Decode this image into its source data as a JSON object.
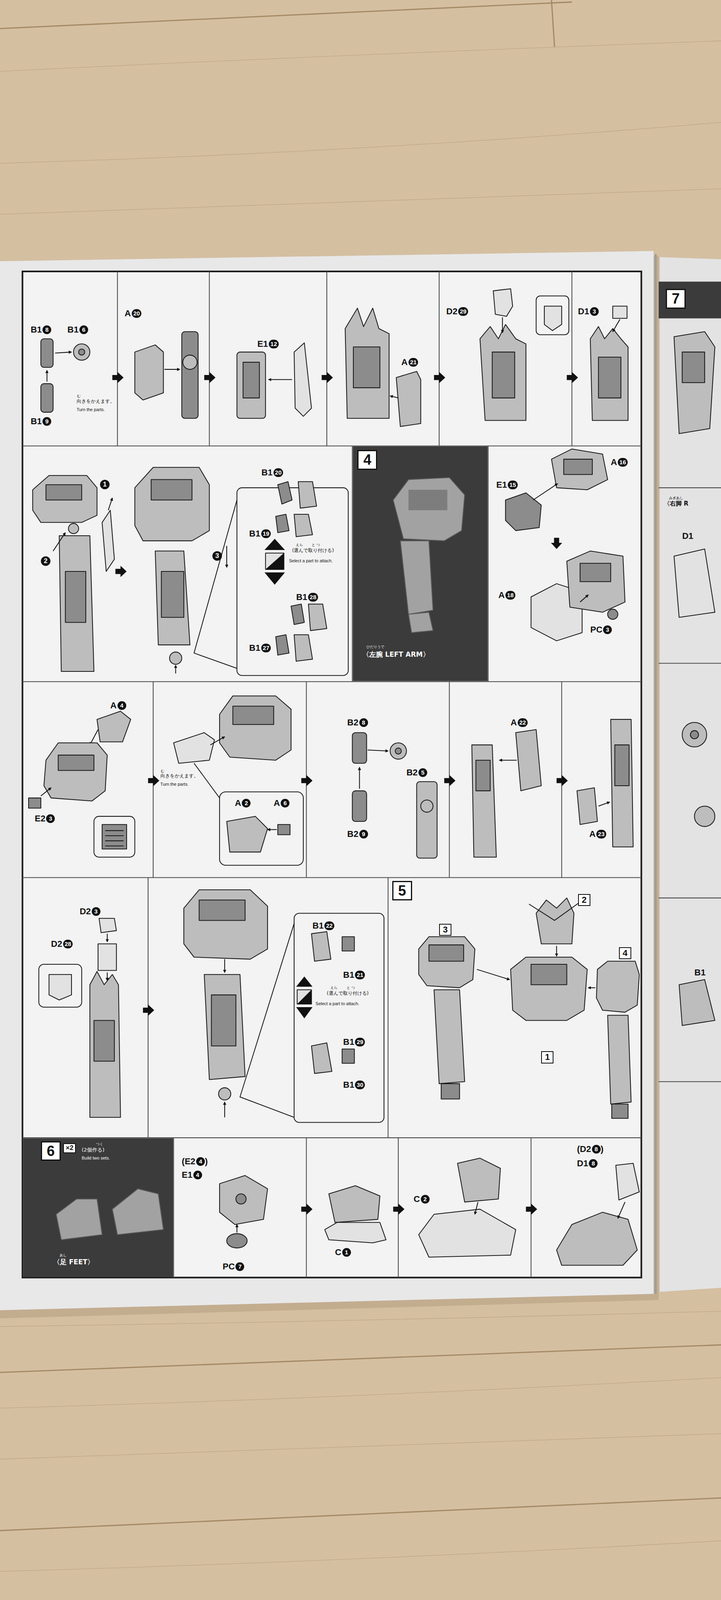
{
  "diagram": {
    "nodes": [
      {
        "text": [
          "4"
        ]
      },
      {
        "text": [
          "5"
        ]
      },
      {
        "text": [
          "2"
        ]
      },
      {
        "text": [
          "3"
        ]
      },
      {
        "text": [
          "1"
        ]
      },
      {
        "text": [
          "4"
        ]
      },
      {
        "text": [
          "6"
        ]
      },
      {
        "text": [
          "×2"
        ]
      },
      {
        "text": [
          "7"
        ]
      }
    ],
    "labels": [
      "B1",
      "8",
      "B1",
      "6",
      "B1",
      "9",
      "む",
      "向きをかえます。",
      "Turn the parts.",
      "A",
      "20",
      "E1",
      "12",
      "A",
      "21",
      "D2",
      "29",
      "D1",
      "3",
      "2",
      "1",
      "3",
      "B1",
      "20",
      "B1",
      "19",
      "えら",
      "と",
      "つ",
      "(選んで取り付ける)",
      "Select a part to attach.",
      "B1",
      "28",
      "B1",
      "27",
      "ひだりうで",
      "〈左腕 LEFT ARM〉",
      "E1",
      "15",
      "A",
      "16",
      "A",
      "18",
      "PC",
      "3",
      "A",
      "4",
      "E2",
      "3",
      "む",
      "向きをかえます。",
      "Turn the parts.",
      "A",
      "2",
      "A",
      "6",
      "B2",
      "8",
      "B2",
      "5",
      "B2",
      "9",
      "A",
      "22",
      "A",
      "23",
      "D2",
      "3",
      "D2",
      "28",
      "B1",
      "22",
      "B1",
      "21",
      "えら",
      "と",
      "つ",
      "(選んで取り付ける)",
      "Select a part to attach.",
      "B1",
      "29",
      "B1",
      "30",
      "つく",
      "(2個作る)",
      "Build two sets.",
      "あし",
      "〈足 FEET〉",
      "(E2",
      "4",
      ")",
      "E1",
      "4",
      "PC",
      "7",
      "C",
      "1",
      "C",
      "2",
      "(D2",
      "8",
      ")",
      "D1",
      "8",
      "みぎあし",
      "〈右脚 R",
      "D1",
      "B1"
    ]
  }
}
